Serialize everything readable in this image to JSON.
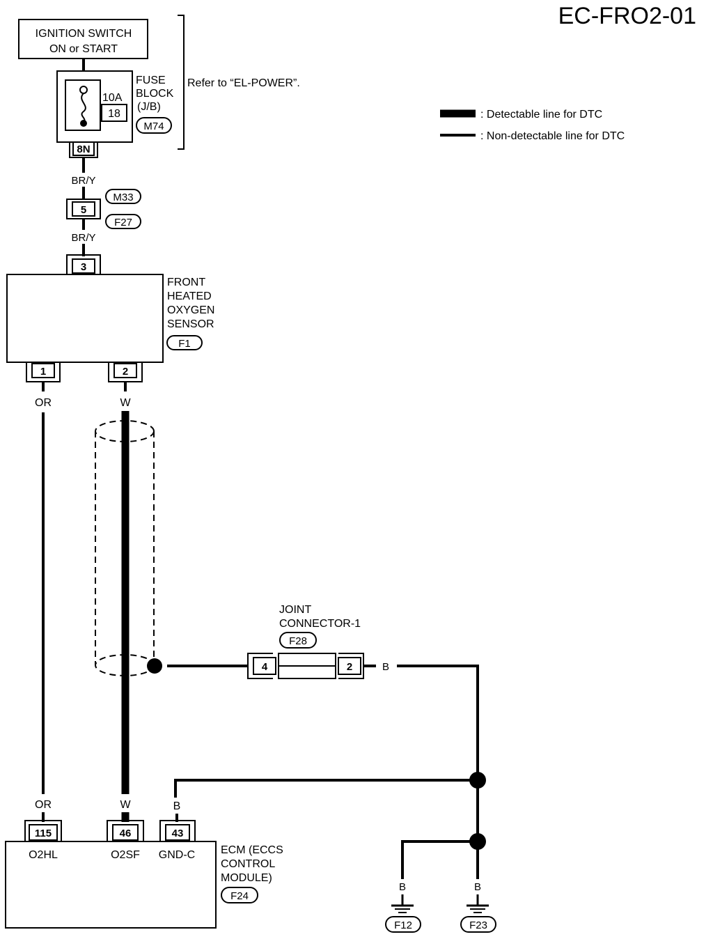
{
  "diagram_code": "EC-FRO2-01",
  "legend": {
    "detectable": ": Detectable line for DTC",
    "non_detectable": ": Non-detectable line for DTC"
  },
  "ignition_switch": {
    "line1": "IGNITION SWITCH",
    "line2": "ON or START"
  },
  "fuse_block": {
    "rating": "10A",
    "fuse_number": "18",
    "label_line1": "FUSE",
    "label_line2": "BLOCK",
    "label_line3": "(J/B)",
    "connector": "M74",
    "terminal": "8N",
    "refer_note": "Refer to “EL-POWER”."
  },
  "wire_colors": {
    "br_y_upper": "BR/Y",
    "br_y_lower": "BR/Y",
    "or_top": "OR",
    "w_top": "W",
    "or_bottom": "OR",
    "w_bottom": "W",
    "b_gnd_c": "B",
    "b_joint": "B",
    "b_f12": "B",
    "b_f23": "B"
  },
  "inline_connector": {
    "terminal": "5",
    "connector_a": "M33",
    "connector_b": "F27"
  },
  "sensor": {
    "line1": "FRONT",
    "line2": "HEATED",
    "line3": "OXYGEN",
    "line4": "SENSOR",
    "connector": "F1",
    "terminal_top": "3",
    "terminal_1": "1",
    "terminal_2": "2"
  },
  "joint_connector": {
    "line1": "JOINT",
    "line2": "CONNECTOR-1",
    "connector": "F28",
    "terminal_left": "4",
    "terminal_right": "2"
  },
  "ecm": {
    "line1": "ECM (ECCS",
    "line2": "CONTROL",
    "line3": "MODULE)",
    "connector": "F24",
    "terminals": {
      "t115": "115",
      "t46": "46",
      "t43": "43"
    },
    "pins": {
      "o2hl": "O2HL",
      "o2sf": "O2SF",
      "gndc": "GND-C"
    }
  },
  "grounds": {
    "g1": "F12",
    "g2": "F23"
  }
}
